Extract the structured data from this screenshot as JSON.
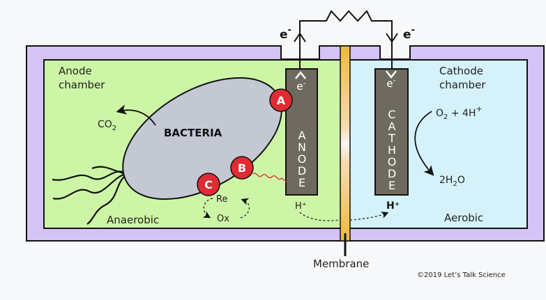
{
  "title": "Microbial fuel cell",
  "circuit": {
    "electron_left": "e",
    "electron_right": "e",
    "superscript_minus": "-"
  },
  "anode_chamber": {
    "label_line1": "Anode",
    "label_line2": "chamber",
    "condition": "Anaerobic",
    "co2": "CO",
    "co2_sub": "2",
    "bacteria": "BACTERIA",
    "markers": [
      "A",
      "B",
      "C"
    ],
    "redox_re": "Re",
    "redox_ox": "Ox",
    "proton": "H⁺"
  },
  "anode": {
    "electron": "e",
    "letters": [
      "A",
      "N",
      "O",
      "D",
      "E"
    ]
  },
  "cathode": {
    "electron": "e",
    "letters": [
      "C",
      "A",
      "T",
      "H",
      "O",
      "D",
      "E"
    ]
  },
  "cathode_chamber": {
    "label_line1": "Cathode",
    "label_line2": "chamber",
    "condition": "Aerobic",
    "reactant_o": "O",
    "reactant_sub": "2",
    "reactant_rest": " + 4H",
    "reactant_sup": "+",
    "product_pre": "2H",
    "product_sub": "2",
    "product_post": "O",
    "proton": "H⁺"
  },
  "membrane_label": "Membrane",
  "copyright": "©2019 Let’s Talk Science",
  "colors": {
    "frame": "#d4c4f6",
    "anode_fill": "#cdf5a6",
    "cathode_fill": "#d5f2fb",
    "electrode": "#6f6a5f",
    "membrane": "#f0b840",
    "bacteria": "#c3c8d3",
    "marker": "#e02b35"
  }
}
